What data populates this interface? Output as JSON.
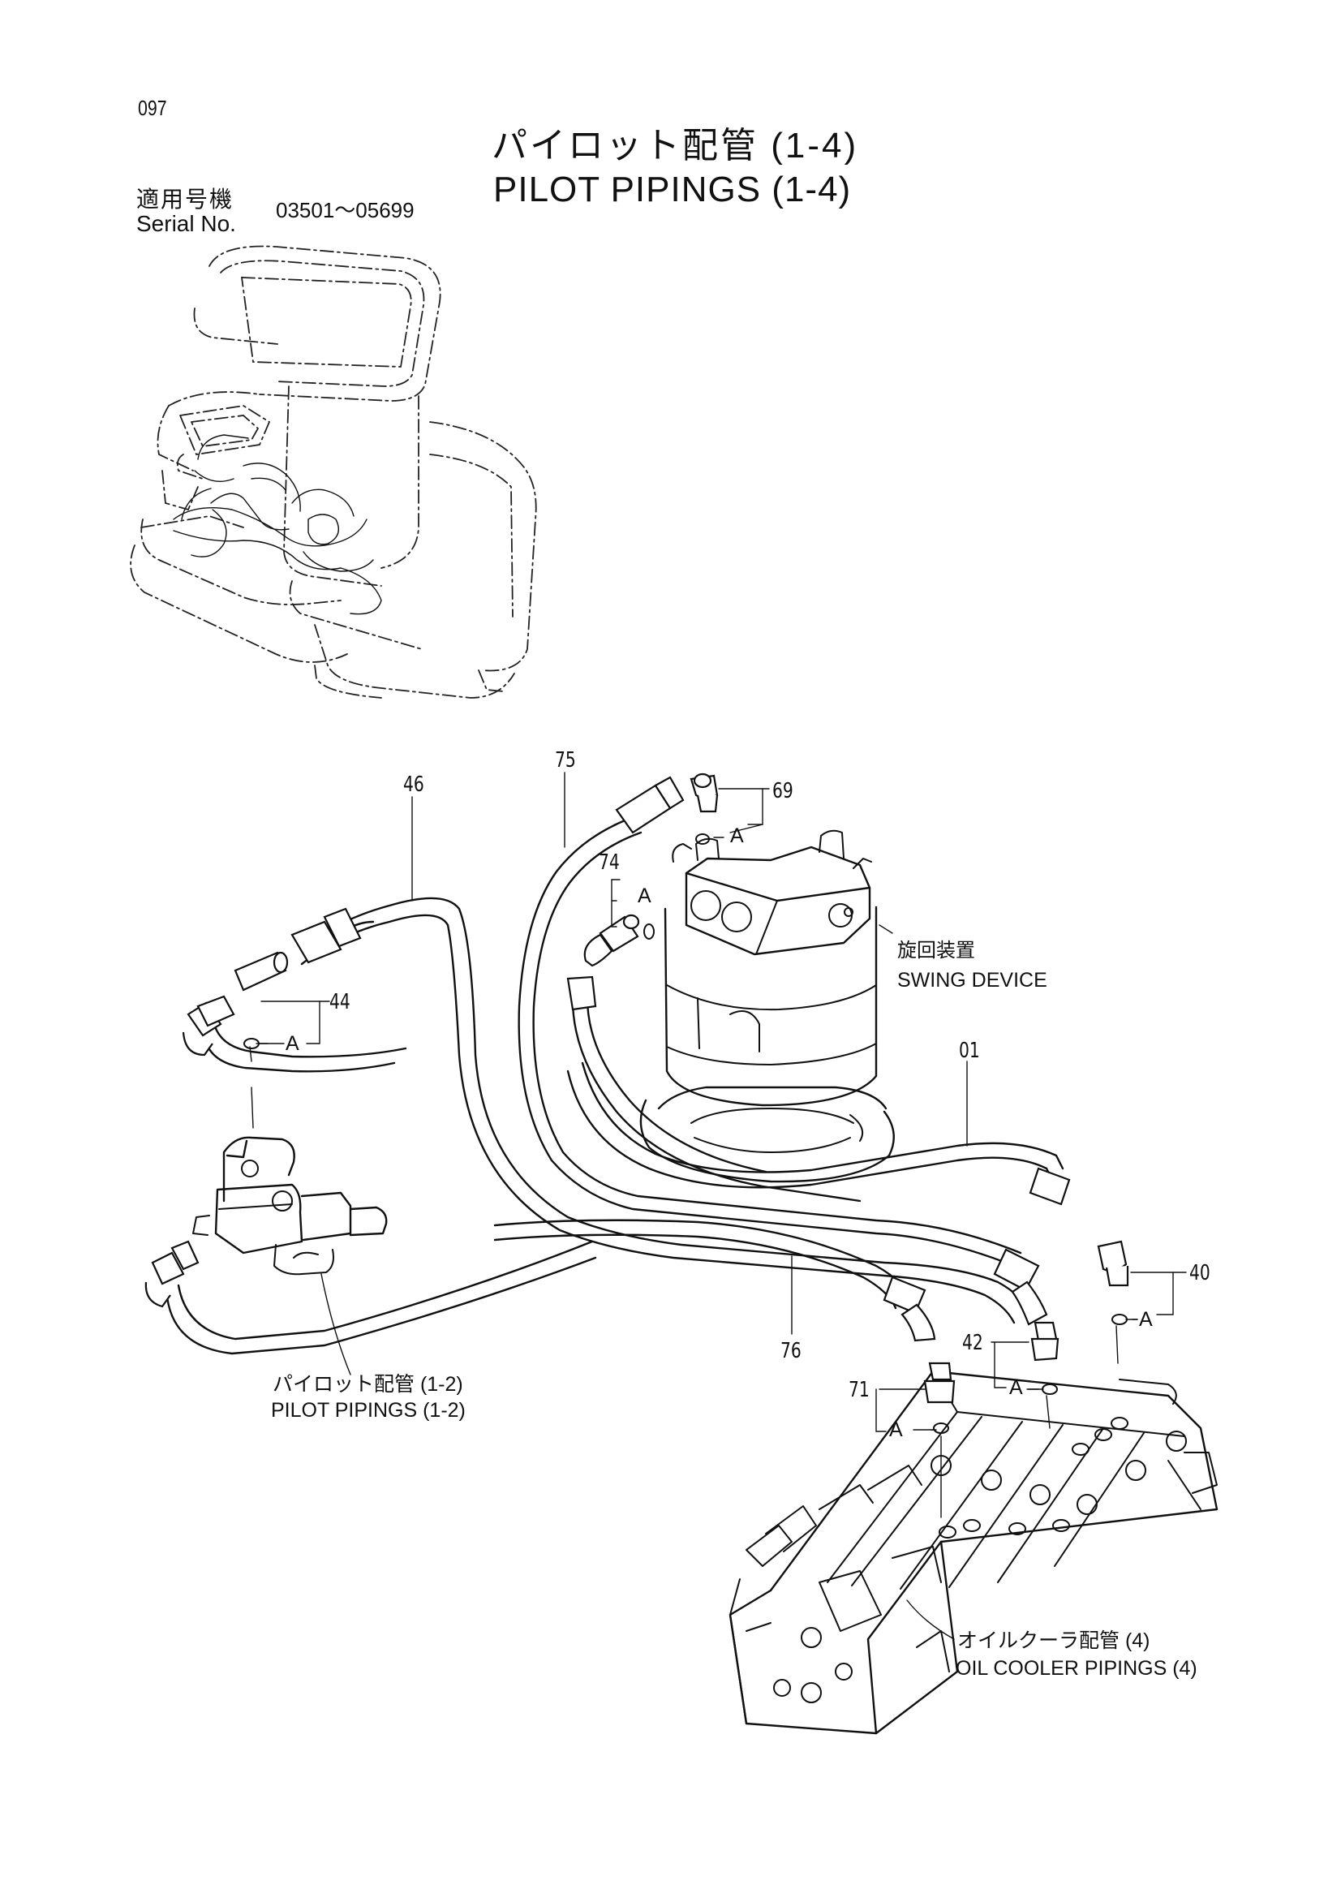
{
  "page": {
    "number": "097",
    "title_jp": "パイロット配管 (1-4)",
    "title_en": "PILOT PIPINGS (1-4)",
    "serial_label_jp": "適用号機",
    "serial_label_en": "Serial No.",
    "serial_range": "03501～05699"
  },
  "callouts": {
    "p01": "01",
    "p40": "40",
    "p42": "42",
    "p44": "44",
    "p46": "46",
    "p69": "69",
    "p71": "71",
    "p74": "74",
    "p75": "75",
    "p76": "76",
    "a": "A"
  },
  "components": {
    "swing_device_jp": "旋回装置",
    "swing_device_en": "SWING DEVICE",
    "pilot_ref_jp": "パイロット配管 (1-2)",
    "pilot_ref_en": "PILOT PIPINGS (1-2)",
    "oil_cooler_jp": "オイルクーラ配管 (4)",
    "oil_cooler_en": "OIL COOLER PIPINGS (4)"
  }
}
